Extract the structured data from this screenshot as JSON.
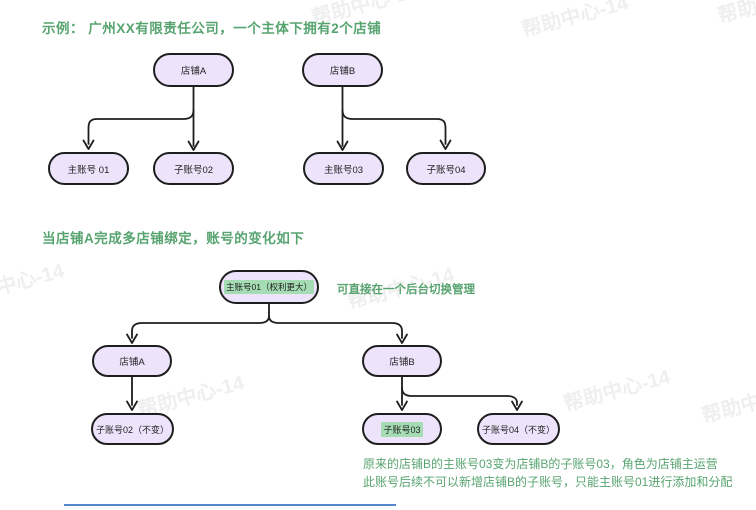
{
  "colors": {
    "title_green": "#58A470",
    "node_fill": "#EDE4FB",
    "node_border": "#1E1E1E",
    "highlight_green": "#A5DCB3",
    "watermark_gray": "#efefef",
    "footer_line_blue": "#5586D1"
  },
  "watermark_text": "帮助中心-14",
  "section1": {
    "title": "示例： 广州XX有限责任公司，一个主体下拥有2个店铺",
    "nodes": {
      "shop_a": "店铺A",
      "shop_b": "店铺B",
      "main_01": "主账号 01",
      "sub_02": "子账号02",
      "main_03": "主账号03",
      "sub_04": "子账号04"
    }
  },
  "section2": {
    "title": "当店铺A完成多店铺绑定，账号的变化如下",
    "annotation": "可直接在一个后台切换管理",
    "nodes": {
      "main_01": "主账号01（权利更大）",
      "shop_a": "店铺A",
      "shop_b": "店铺B",
      "sub_02": "子账号02（不变）",
      "sub_03": "子账号03",
      "sub_04": "子账号04（不变）"
    },
    "notes": [
      "原来的店铺B的主账号03变为店铺B的子账号03，角色为店铺主运营",
      "此账号后续不可以新增店铺B的子账号，只能主账号01进行添加和分配"
    ]
  }
}
